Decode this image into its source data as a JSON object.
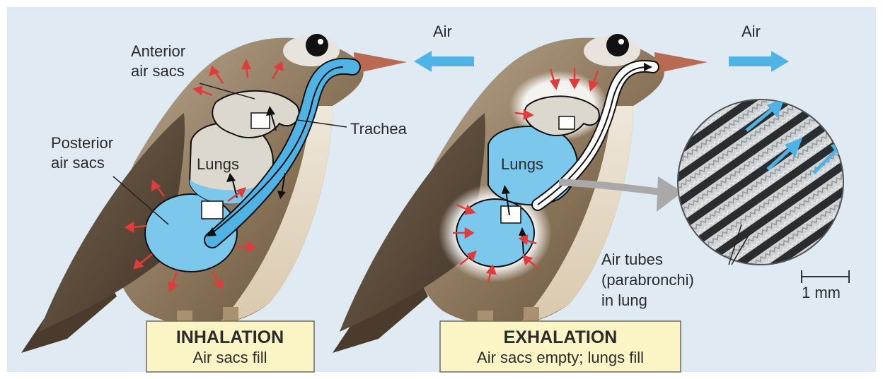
{
  "colors": {
    "background": "#dfeaf3",
    "air_blue": "#4fb3e6",
    "sac_fill": "#7cc7ec",
    "lung_gray": "#dcd8cd",
    "arrow_red": "#e23b3b",
    "label_box": "#fbf4c4",
    "bird_brown": "#8a7459"
  },
  "labels": {
    "air_left": "Air",
    "air_right": "Air",
    "anterior_1": "Anterior",
    "anterior_2": "air sacs",
    "trachea": "Trachea",
    "posterior_1": "Posterior",
    "posterior_2": "air sacs",
    "lungs_left": "Lungs",
    "lungs_right": "Lungs",
    "tubes_1": "Air tubes",
    "tubes_2": "(parabronchi)",
    "tubes_3": "in lung",
    "scale": "1 mm"
  },
  "inhalation": {
    "title": "INHALATION",
    "subtitle": "Air sacs fill"
  },
  "exhalation": {
    "title": "EXHALATION",
    "subtitle": "Air sacs empty; lungs fill"
  }
}
